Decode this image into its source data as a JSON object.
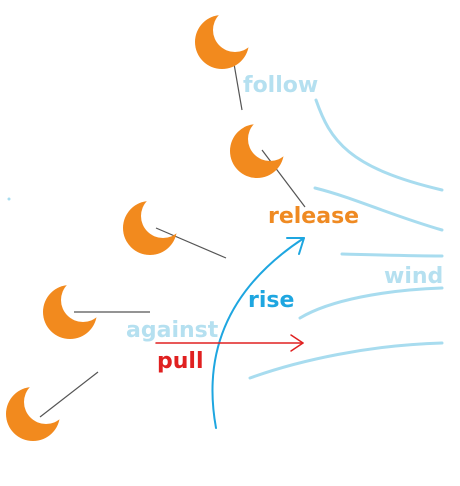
{
  "colors": {
    "kite": "#f28a1e",
    "string": "#555555",
    "wind": "#a8dcef",
    "rise": "#1ea6e0",
    "pull": "#e02020",
    "release": "#ef8a22",
    "follow": "#b5e0f0",
    "wind_label": "#b5e0f0",
    "against": "#b5e0f0"
  },
  "labels": {
    "follow": "follow",
    "release": "release",
    "wind": "wind",
    "rise": "rise",
    "against": "against",
    "pull": "pull"
  },
  "icons": {
    "kite": "crescent-moon-icon",
    "rise": "arrow-up-right-icon",
    "pull": "arrow-right-icon"
  }
}
